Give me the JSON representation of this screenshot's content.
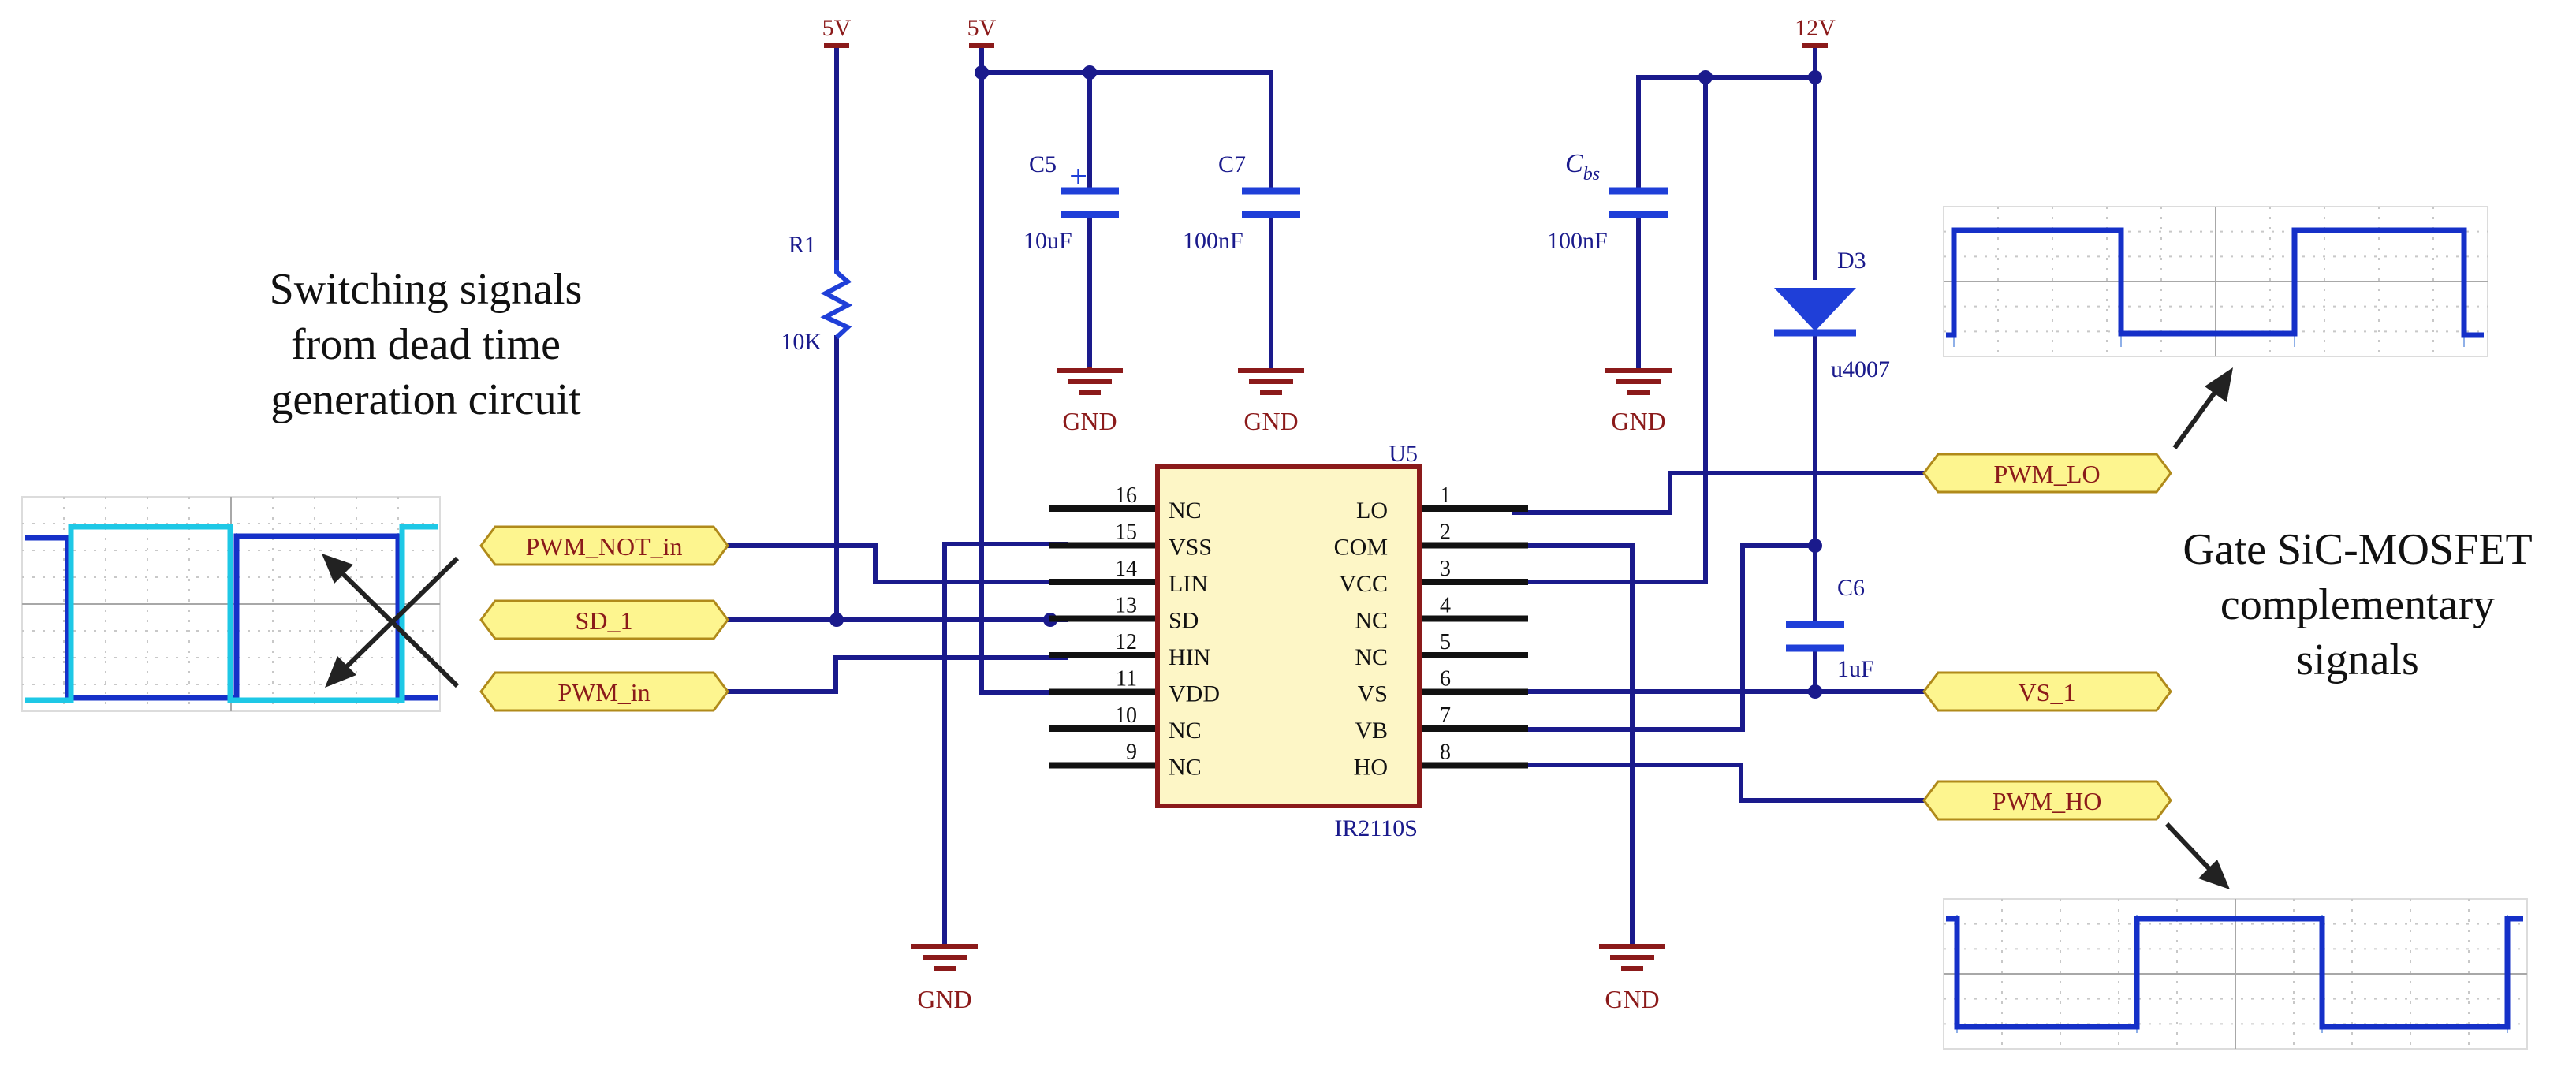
{
  "power": {
    "r1_supply": "5V",
    "cap_supply": "5V",
    "boot_supply": "12V"
  },
  "ground_label": "GND",
  "components": {
    "r1": {
      "ref": "R1",
      "value": "10K"
    },
    "c5": {
      "ref": "C5",
      "value": "10uF"
    },
    "c7": {
      "ref": "C7",
      "value": "100nF"
    },
    "cbs": {
      "ref_main": "C",
      "ref_sub": "bs",
      "value": "100nF"
    },
    "d3": {
      "ref": "D3",
      "value": "u4007"
    },
    "c6": {
      "ref": "C6",
      "value": "1uF"
    }
  },
  "ic": {
    "ref": "U5",
    "part": "IR2110S",
    "left_pins": [
      {
        "num": "16",
        "name": "NC"
      },
      {
        "num": "15",
        "name": "VSS"
      },
      {
        "num": "14",
        "name": "LIN"
      },
      {
        "num": "13",
        "name": "SD"
      },
      {
        "num": "12",
        "name": "HIN"
      },
      {
        "num": "11",
        "name": "VDD"
      },
      {
        "num": "10",
        "name": "NC"
      },
      {
        "num": "9",
        "name": "NC"
      }
    ],
    "right_pins": [
      {
        "num": "1",
        "name": "LO"
      },
      {
        "num": "2",
        "name": "COM"
      },
      {
        "num": "3",
        "name": "VCC"
      },
      {
        "num": "4",
        "name": "NC"
      },
      {
        "num": "5",
        "name": "NC"
      },
      {
        "num": "6",
        "name": "VS"
      },
      {
        "num": "7",
        "name": "VB"
      },
      {
        "num": "8",
        "name": "HO"
      }
    ]
  },
  "ports": {
    "pwm_not_in": "PWM_NOT_in",
    "sd_1": "SD_1",
    "pwm_in": "PWM_in",
    "pwm_lo": "PWM_LO",
    "vs_1": "VS_1",
    "pwm_ho": "PWM_HO"
  },
  "annotations": {
    "left_caption": [
      "Switching signals",
      "from dead time",
      "generation circuit"
    ],
    "right_caption": [
      "Gate SiC-MOSFET",
      "complementary",
      "signals"
    ]
  },
  "colors": {
    "wire": "#1a1a8c",
    "power_symbol": "#8b1a1a",
    "component": "#1f3fd8",
    "ic_fill": "#fdf6c6",
    "port_fill": "#fdf58f",
    "trace_blue": "#1530c8",
    "trace_cyan": "#1ec8e6"
  }
}
